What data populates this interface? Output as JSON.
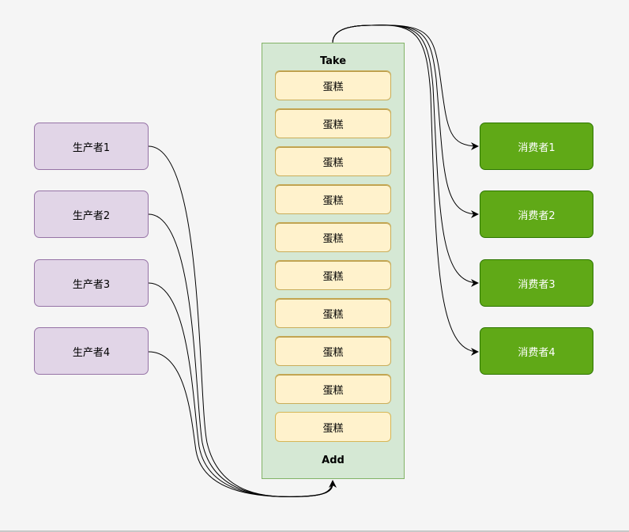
{
  "producers": [
    "生产者1",
    "生产者2",
    "生产者3",
    "生产者4"
  ],
  "consumers": [
    "消费者1",
    "消费者2",
    "消费者3",
    "消费者4"
  ],
  "queue": {
    "top_label": "Take",
    "bottom_label": "Add",
    "items": [
      "蛋糕",
      "蛋糕",
      "蛋糕",
      "蛋糕",
      "蛋糕",
      "蛋糕",
      "蛋糕",
      "蛋糕",
      "蛋糕",
      "蛋糕"
    ]
  },
  "colors": {
    "producer_fill": "#e1d5e7",
    "producer_stroke": "#9673a6",
    "consumer_fill": "#60a917",
    "consumer_stroke": "#2d7600",
    "queue_fill": "#d5e8d4",
    "queue_stroke": "#82b366",
    "item_fill": "#fff2cc",
    "item_stroke": "#d6b656"
  }
}
